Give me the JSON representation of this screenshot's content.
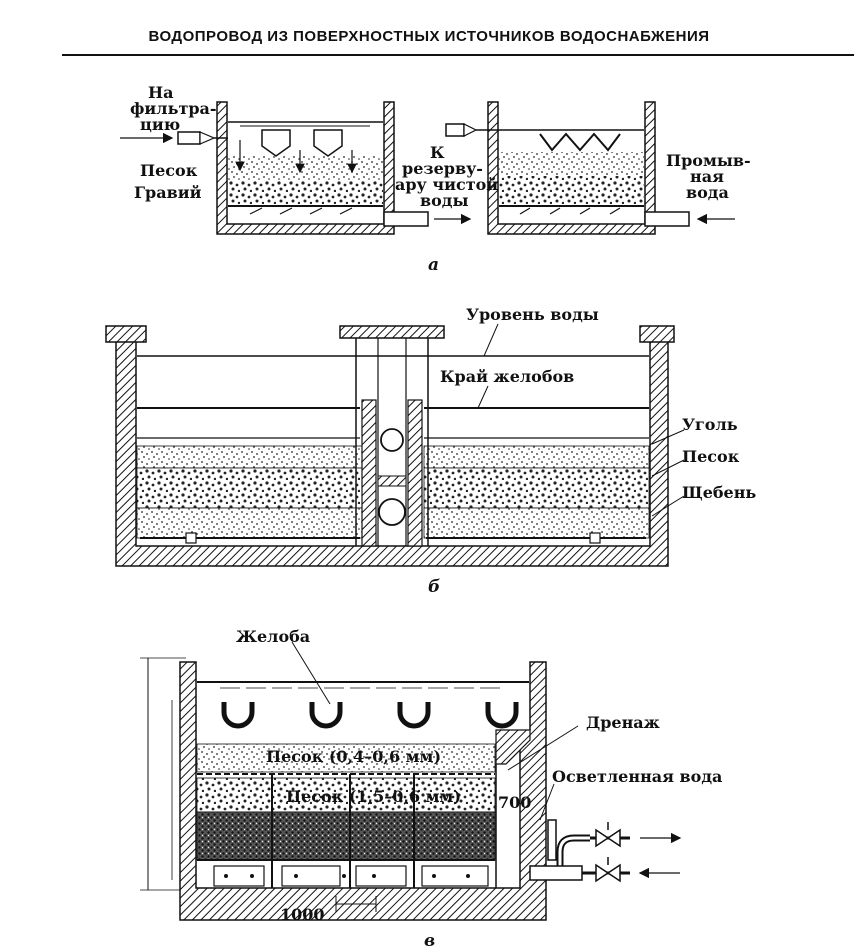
{
  "header": {
    "title": "ВОДОПРОВОД ИЗ ПОВЕРХНОСТНЫХ ИСТОЧНИКОВ ВОДОСНАБЖЕНИЯ"
  },
  "fig_a": {
    "caption": "а",
    "inlet_line1": "На",
    "inlet_line2": "фильтра-",
    "inlet_line3": "цию",
    "sand": "Песок",
    "gravel": "Гравий",
    "to_line1": "К",
    "to_line2": "резерву-",
    "to_line3": "ару чистой",
    "to_line4": "воды",
    "wash_line1": "Промыв-",
    "wash_line2": "ная",
    "wash_line3": "вода"
  },
  "fig_b": {
    "caption": "б",
    "water_level": "Уровень воды",
    "trough_edge": "Край желобов",
    "coal": "Уголь",
    "sand": "Песок",
    "gravel": "Щебень"
  },
  "fig_c": {
    "caption": "в",
    "troughs": "Желоба",
    "drainage": "Дренаж",
    "sand_fine": "Песок (0,4–0,6 мм)",
    "sand_coarse": "Песок (1,5–0,6 мм)",
    "clarified": "Осветленная вода",
    "dim_700": "700",
    "dim_1000": "1000"
  }
}
